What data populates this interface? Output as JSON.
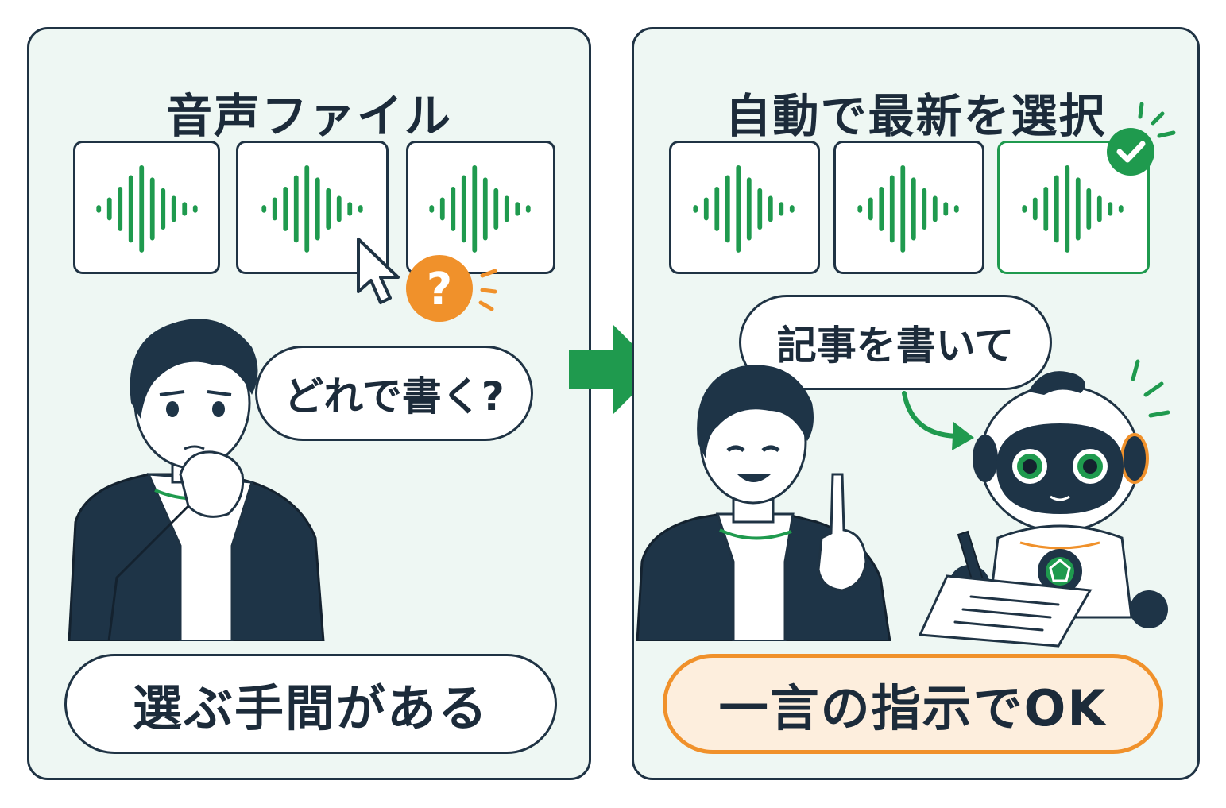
{
  "left_panel": {
    "title": "音声ファイル",
    "speech": "どれで書く?",
    "caption": "選ぶ手間がある"
  },
  "right_panel": {
    "title": "自動で最新を選択",
    "speech": "記事を書いて",
    "caption": "一言の指示でOK"
  },
  "colors": {
    "accent_green": "#1f9a4e",
    "accent_orange": "#f0912b",
    "ink": "#1c2b3a",
    "panel_bg": "#eef7f3"
  },
  "icons": [
    "waveform-icon",
    "cursor-icon",
    "question-icon",
    "check-icon",
    "arrow-right-icon",
    "pen-icon",
    "robot-icon"
  ]
}
